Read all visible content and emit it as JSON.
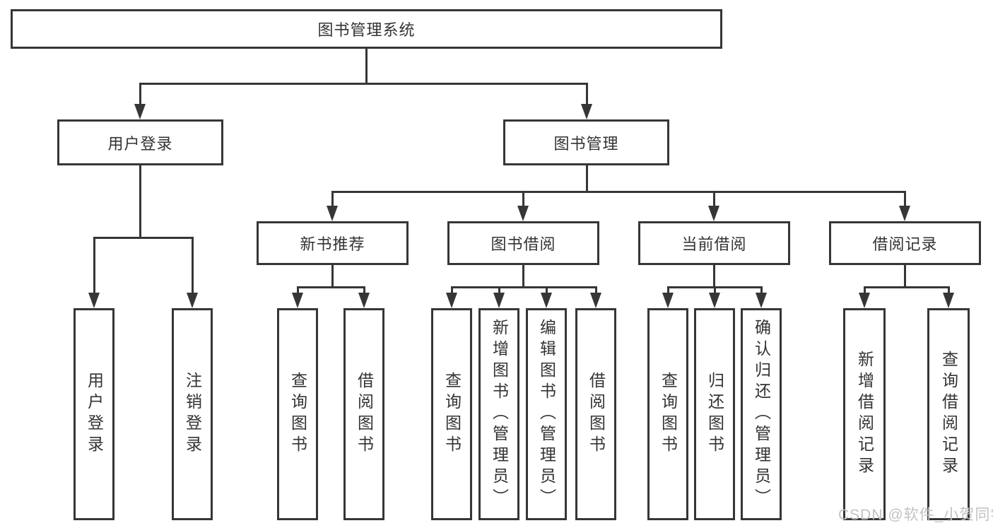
{
  "title": "图书管理系统",
  "nodes": {
    "root": {
      "label": "图书管理系统"
    },
    "user_login": {
      "label": "用户登录"
    },
    "book_mgmt": {
      "label": "图书管理"
    },
    "new_book_rec": {
      "label": "新书推荐"
    },
    "book_borrow": {
      "label": "图书借阅"
    },
    "current_borrow": {
      "label": "当前借阅"
    },
    "borrow_records": {
      "label": "借阅记录"
    },
    "leaf_user_login": {
      "label": "用户登录"
    },
    "leaf_logout": {
      "label": "注销登录"
    },
    "leaf_query_book_1": {
      "label": "查询图书"
    },
    "leaf_borrow_book_1": {
      "label": "借阅图书"
    },
    "leaf_query_book_2": {
      "label": "查询图书"
    },
    "leaf_add_book": {
      "label": "新增图书（管理员）"
    },
    "leaf_edit_book": {
      "label": "编辑图书（管理员）"
    },
    "leaf_borrow_book_2": {
      "label": "借阅图书"
    },
    "leaf_query_book_3": {
      "label": "查询图书"
    },
    "leaf_return_book": {
      "label": "归还图书"
    },
    "leaf_confirm_return": {
      "label": "确认归还（管理员）"
    },
    "leaf_add_borrow_record": {
      "label": "新增借阅记录"
    },
    "leaf_query_borrow_record": {
      "label": "查询借阅记录"
    }
  },
  "edges": [
    [
      "root",
      "user_login"
    ],
    [
      "root",
      "book_mgmt"
    ],
    [
      "user_login",
      "leaf_user_login"
    ],
    [
      "user_login",
      "leaf_logout"
    ],
    [
      "book_mgmt",
      "new_book_rec"
    ],
    [
      "book_mgmt",
      "book_borrow"
    ],
    [
      "book_mgmt",
      "current_borrow"
    ],
    [
      "book_mgmt",
      "borrow_records"
    ],
    [
      "new_book_rec",
      "leaf_query_book_1"
    ],
    [
      "new_book_rec",
      "leaf_borrow_book_1"
    ],
    [
      "book_borrow",
      "leaf_query_book_2"
    ],
    [
      "book_borrow",
      "leaf_add_book"
    ],
    [
      "book_borrow",
      "leaf_edit_book"
    ],
    [
      "book_borrow",
      "leaf_borrow_book_2"
    ],
    [
      "current_borrow",
      "leaf_query_book_3"
    ],
    [
      "current_borrow",
      "leaf_return_book"
    ],
    [
      "current_borrow",
      "leaf_confirm_return"
    ],
    [
      "borrow_records",
      "leaf_add_borrow_record"
    ],
    [
      "borrow_records",
      "leaf_query_borrow_record"
    ]
  ],
  "watermark": {
    "text": "CSDN @软件_小贺同学"
  },
  "colors": {
    "line": "#363636",
    "box_fill": "#ffffff",
    "text": "#333333",
    "watermark_text": "#c2c2c2",
    "background": "#ffffff"
  }
}
